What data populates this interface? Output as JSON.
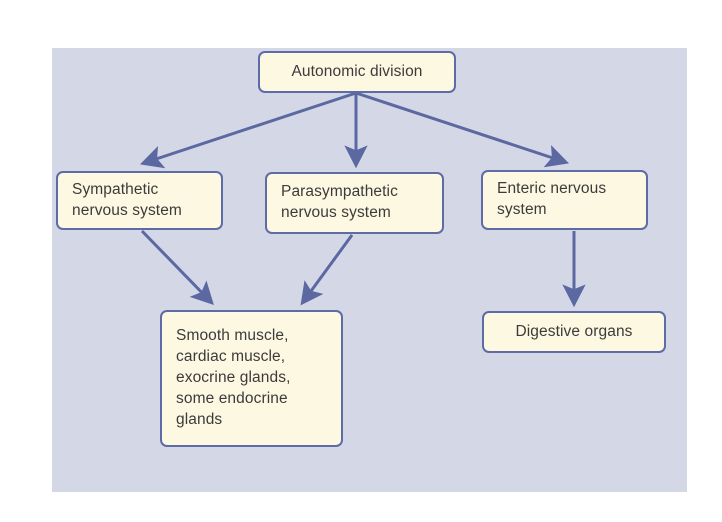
{
  "figure": {
    "background_color": "#ffffff",
    "panel_color": "#d3d7e6",
    "box_fill_color": "#fdf8e1",
    "box_border_color": "#5e6ba4",
    "arrow_color": "#5b68a2",
    "text_color": "#3b3b3b"
  },
  "nodes": {
    "autonomic_division": {
      "label": "Autonomic division"
    },
    "sympathetic": {
      "label": "Sympathetic\nnervous system"
    },
    "parasympathetic": {
      "label": "Parasympathetic\nnervous system"
    },
    "enteric": {
      "label": "Enteric nervous\nsystem"
    },
    "effectors": {
      "label": "Smooth muscle,\ncardiac muscle,\nexocrine glands,\nsome endocrine\nglands"
    },
    "digestive_organs": {
      "label": "Digestive organs"
    }
  },
  "edges": [
    {
      "from": "autonomic_division",
      "to": "sympathetic"
    },
    {
      "from": "autonomic_division",
      "to": "parasympathetic"
    },
    {
      "from": "autonomic_division",
      "to": "enteric"
    },
    {
      "from": "sympathetic",
      "to": "effectors"
    },
    {
      "from": "parasympathetic",
      "to": "effectors"
    },
    {
      "from": "enteric",
      "to": "digestive_organs"
    }
  ]
}
